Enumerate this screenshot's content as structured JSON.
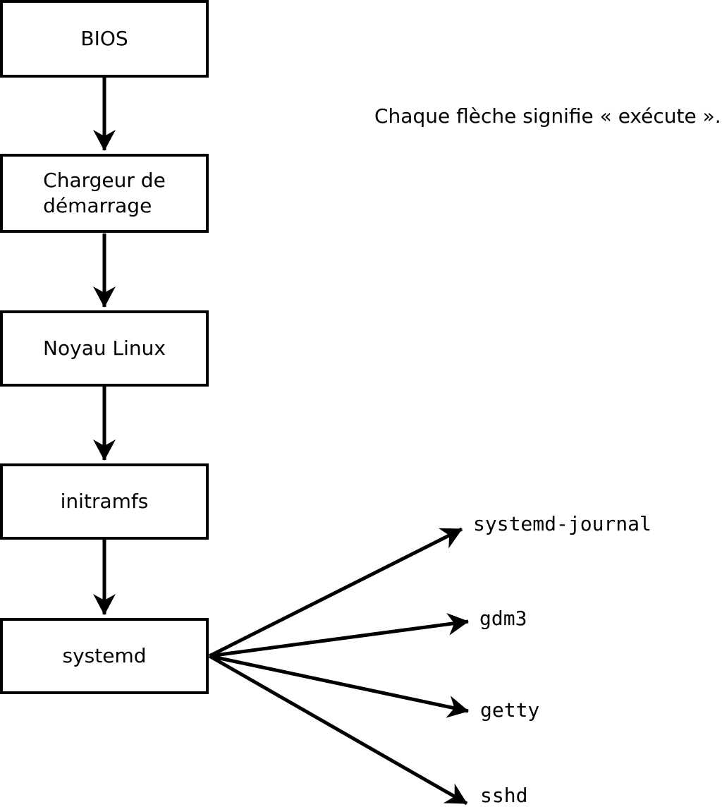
{
  "diagram": {
    "title_note": "Chaque flèche signifie « exécute ».",
    "type": "flowchart",
    "colors": {
      "foreground": "#000000",
      "background": "#ffffff"
    },
    "nodes": [
      {
        "id": "bios",
        "label": "BIOS"
      },
      {
        "id": "bootloader",
        "label": "Chargeur de\ndémarrage"
      },
      {
        "id": "kernel",
        "label": "Noyau Linux"
      },
      {
        "id": "initramfs",
        "label": "initramfs"
      },
      {
        "id": "systemd",
        "label": "systemd"
      }
    ],
    "processes": [
      {
        "id": "systemd-journal",
        "label": "systemd-journal"
      },
      {
        "id": "gdm3",
        "label": "gdm3"
      },
      {
        "id": "getty",
        "label": "getty"
      },
      {
        "id": "sshd",
        "label": "sshd"
      }
    ],
    "edges": [
      {
        "from": "bios",
        "to": "bootloader"
      },
      {
        "from": "bootloader",
        "to": "kernel"
      },
      {
        "from": "kernel",
        "to": "initramfs"
      },
      {
        "from": "initramfs",
        "to": "systemd"
      },
      {
        "from": "systemd",
        "to": "systemd-journal"
      },
      {
        "from": "systemd",
        "to": "gdm3"
      },
      {
        "from": "systemd",
        "to": "getty"
      },
      {
        "from": "systemd",
        "to": "sshd"
      }
    ]
  }
}
